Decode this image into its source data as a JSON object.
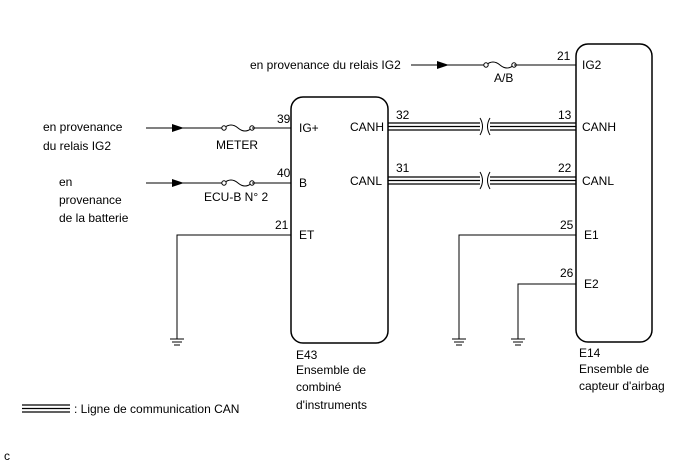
{
  "diagram": {
    "sources": {
      "relay_ig2_top": "en provenance du relais IG2",
      "relay_ig2_left_line1": "en provenance",
      "relay_ig2_left_line2": "du relais IG2",
      "battery_line1": "en",
      "battery_line2": "provenance",
      "battery_line3": "de la batterie"
    },
    "fuses": {
      "ab": "A/B",
      "meter": "METER",
      "ecub": "ECU-B N° 2"
    },
    "e43": {
      "code": "E43",
      "name_line1": "Ensemble de",
      "name_line2": "combiné",
      "name_line3": "d'instruments",
      "pins": {
        "igp_num": "39",
        "igp": "IG+",
        "b_num": "40",
        "b": "B",
        "et_num": "21",
        "et": "ET",
        "canh_num": "32",
        "canh": "CANH",
        "canl_num": "31",
        "canl": "CANL"
      }
    },
    "e14": {
      "code": "E14",
      "name_line1": "Ensemble de",
      "name_line2": "capteur d'airbag",
      "pins": {
        "ig2_num": "21",
        "ig2": "IG2",
        "canh_num": "13",
        "canh": "CANH",
        "canl_num": "22",
        "canl": "CANL",
        "e1_num": "25",
        "e1": "E1",
        "e2_num": "26",
        "e2": "E2"
      }
    },
    "legend": ": Ligne de communication CAN",
    "corner_mark": "c"
  }
}
